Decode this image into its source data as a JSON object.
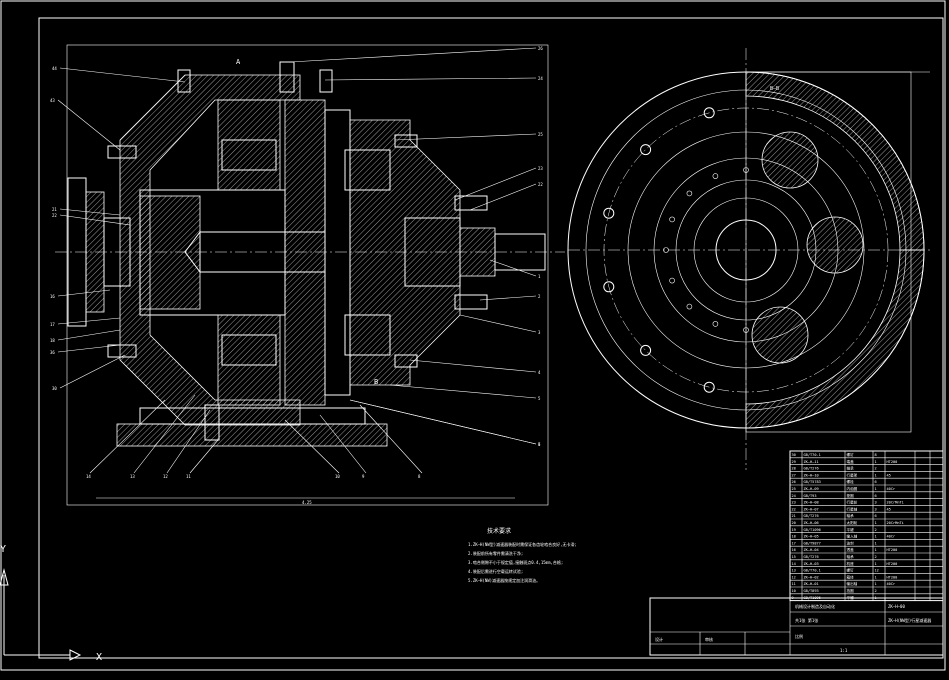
{
  "drawing": {
    "section_label_top": "A",
    "section_label_right": "B",
    "width_dimension": "4.25",
    "view_label_right": "B—B"
  },
  "left_balloons": [
    "44",
    "43",
    "21",
    "22",
    "16",
    "17",
    "18",
    "36",
    "30"
  ],
  "right_balloons": [
    "26",
    "24",
    "25",
    "23",
    "22",
    "1",
    "2",
    "3",
    "4",
    "5",
    "6",
    "7"
  ],
  "bottom_balloons": [
    "14",
    "13",
    "12",
    "11",
    "10",
    "9",
    "8"
  ],
  "notes": {
    "title": "技术要求",
    "items": [
      "1.ZK—H(NW型)减速器装配时需保证各齿轮啮合良好,无卡滞;",
      "2.装配前所有零件需清洗干净;",
      "3.啮合侧隙不小于规定值,接触斑点0.4,15mm,合格;",
      "4.装配后需进行空载运转试验;",
      "5.ZK—H(NW)减速器按规定加注润滑油。"
    ]
  },
  "parts_table": {
    "rows": [
      [
        "30",
        "GB/T70.1",
        "螺钉",
        "8",
        "",
        "",
        ""
      ],
      [
        "29",
        "ZK—H—11",
        "端盖",
        "1",
        "HT200",
        "",
        ""
      ],
      [
        "28",
        "GB/T276",
        "轴承",
        "2",
        "",
        "",
        ""
      ],
      [
        "27",
        "ZK—H—10",
        "行星架",
        "1",
        "45",
        "",
        ""
      ],
      [
        "26",
        "GB/T5783",
        "螺栓",
        "6",
        "",
        "",
        ""
      ],
      [
        "25",
        "ZK—H—09",
        "内齿圈",
        "1",
        "40Cr",
        "",
        ""
      ],
      [
        "24",
        "GB/T93",
        "垫圈",
        "6",
        "",
        "",
        ""
      ],
      [
        "23",
        "ZK—H—08",
        "行星轮",
        "3",
        "20CrMnTi",
        "",
        ""
      ],
      [
        "22",
        "ZK—H—07",
        "行星轴",
        "3",
        "45",
        "",
        ""
      ],
      [
        "21",
        "GB/T276",
        "轴承",
        "6",
        "",
        "",
        ""
      ],
      [
        "20",
        "ZK—H—06",
        "太阳轮",
        "1",
        "20CrMnTi",
        "",
        ""
      ],
      [
        "19",
        "GB/T1096",
        "平键",
        "2",
        "",
        "",
        ""
      ],
      [
        "18",
        "ZK—H—05",
        "输入轴",
        "1",
        "40Cr",
        "",
        ""
      ],
      [
        "17",
        "GB/T9877",
        "油封",
        "1",
        "",
        "",
        ""
      ],
      [
        "16",
        "ZK—H—04",
        "透盖",
        "1",
        "HT200",
        "",
        ""
      ],
      [
        "15",
        "GB/T276",
        "轴承",
        "2",
        "",
        "",
        ""
      ],
      [
        "14",
        "ZK—H—03",
        "机座",
        "1",
        "HT200",
        "",
        ""
      ],
      [
        "13",
        "GB/T70.1",
        "螺钉",
        "12",
        "",
        "",
        ""
      ],
      [
        "12",
        "ZK—H—02",
        "箱体",
        "1",
        "HT200",
        "",
        ""
      ],
      [
        "11",
        "ZK—H—01",
        "输出轴",
        "1",
        "40Cr",
        "",
        ""
      ],
      [
        "10",
        "GB/T893",
        "挡圈",
        "2",
        "",
        "",
        ""
      ],
      [
        "9",
        "GB/T1096",
        "平键",
        "1",
        "",
        "",
        ""
      ]
    ]
  },
  "title_block": {
    "title": "ZK—H(NW型)行星减速器",
    "drawing_no": "ZK—H—00",
    "sheet": "共1张 第1张",
    "scale_label": "比例",
    "scale": "1:1",
    "designer_label": "设计",
    "checker_label": "审核",
    "company": "机械设计制造及自动化"
  },
  "ucs": {
    "x": "X",
    "y": "Y"
  }
}
